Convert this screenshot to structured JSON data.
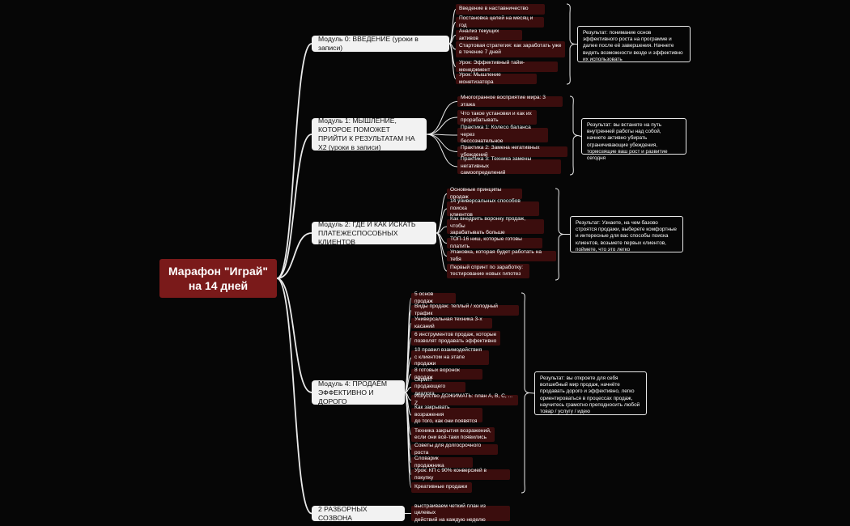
{
  "root": {
    "title": "Марафон \"Играй\"",
    "subtitle": "на 14 дней"
  },
  "modules": [
    {
      "label": "Модуль 0: ВВЕДЕНИЕ (уроки в записи)",
      "items": [
        "Введение в наставничество",
        "Постановка целей на месяц и год",
        "Анализ текущих активов",
        "Стартовая стратегия: как заработать уже\nв течение 7 дней",
        "Урок: Эффективный тайм-менеджмент",
        "Урок: Мышление монетизатора"
      ],
      "result": "Результат: понимание основ эффективного роста на программе и далее после её завершения. Начнете видеть возможности везде и эффективно их использовать"
    },
    {
      "label": "Модуль 1: МЫШЛЕНИЕ, КОТОРОЕ ПОМОЖЕТ ПРИЙТИ К РЕЗУЛЬТАТАМ НА Х2 (уроки в записи)",
      "items": [
        "Многогранное восприятие мира: 3 этажа",
        "Что такое установки и как их\nпрорабатывать",
        "Практика 1: Колесо баланса через\nбессознательное",
        "Практика 2: Замена негативных убеждений",
        "Практика 3: Техника замены негативных\nсамоопределений"
      ],
      "result": "Результат: вы встанете на путь внутренней работы над собой, начнете активно убирать ограничивающие убеждения, тормозящие ваш рост и развитие сегодня"
    },
    {
      "label": "Модуль 2: ГДЕ И КАК ИСКАТЬ ПЛАТЕЖЕСПОСОБНЫХ  КЛИЕНТОВ",
      "items": [
        "Основные принципы продаж",
        "14 универсальных способов поиска\nклиентов",
        "Как внедрить воронку продаж, чтобы\nзарабатывать больше",
        "ТОП-16 ниш, которые готовы платить",
        "Упаковка, которая будет работать на тебя",
        "Первый спринт по заработку:\nтестирование новых гипотез"
      ],
      "result": "Результат: Узнаете, на чем базово строятся продажи, выберете комфортные и интересные для вас способы поиска клиентов, возьмете первых клиентов, поймете, что это легко"
    },
    {
      "label": "Модуль 4: ПРОДАЁМ ЭФФЕКТИВНО И ДОРОГО",
      "items": [
        "5 основ продаж",
        "Виды продаж: теплый / холодный трафик",
        "Универсальная техника 3-х касаний",
        "6 инструментов продаж, которые\nпозволят продавать эффективно",
        "10 правил взаимодействия\nс клиентом на этапе продажи",
        "8 готовых воронок продаж",
        "Скрипт продающего диалога",
        "Искусство ДОЖИМАТЬ: план А, В, С, ... Z",
        "Как закрывать возражения\nдо того, как они появятся",
        "Техника закрытия возражений,\nесли они всё-таки появились",
        "Советы для долгосрочного роста",
        "Словарик продажника",
        "Урок: КП с 90% конверсией в покупку",
        "Креативные продажи"
      ],
      "result": "Результат: вы откроете для себя волшебный мир продаж, начнёте продавать дорого и эффективно, легко ориентироваться в процессах продаж, научитесь грамотно преподносить любой товар / услугу / идею"
    },
    {
      "label": "2 РАЗБОРНЫХ СОЗВОНА",
      "items": [
        "выстраиваем четкий план из целевых\nдействий на каждую неделю"
      ],
      "result": ""
    }
  ]
}
